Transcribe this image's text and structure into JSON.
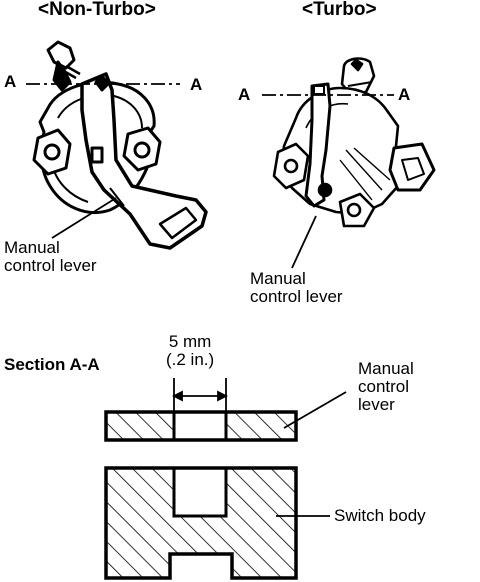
{
  "header": {
    "non_turbo": "<Non-Turbo>",
    "turbo": "<Turbo>"
  },
  "non_turbo_view": {
    "section_a_left": "A",
    "section_a_right": "A",
    "lever_label_line1": "Manual",
    "lever_label_line2": "control lever"
  },
  "turbo_view": {
    "section_a_left": "A",
    "section_a_right": "A",
    "lever_label_line1": "Manual",
    "lever_label_line2": "control lever"
  },
  "section": {
    "title": "Section A-A",
    "dimension_line1": "5 mm",
    "dimension_line2": "(.2 in.)",
    "lever_callout_line1": "Manual",
    "lever_callout_line2": "control",
    "lever_callout_line3": "lever",
    "switch_body_callout": "Switch body"
  },
  "colors": {
    "ink": "#000000",
    "paper": "#ffffff"
  }
}
